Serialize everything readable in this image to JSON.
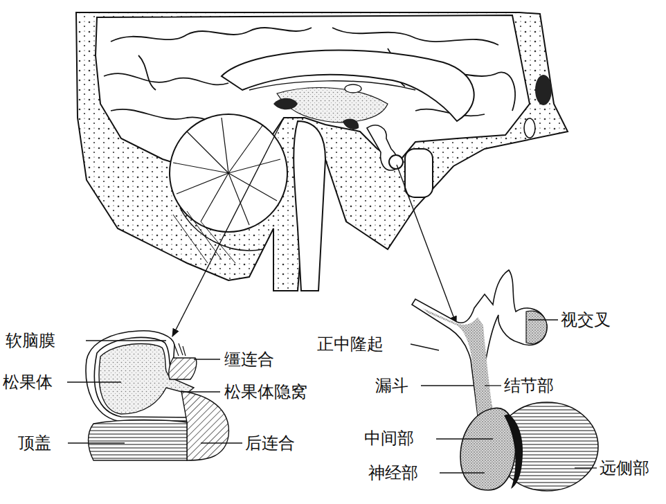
{
  "diagram": {
    "labels": [
      "软脑膜",
      "缰连合",
      "松果体",
      "松果体隐窝",
      "顶盖",
      "后连合",
      "视交叉",
      "正中隆起",
      "漏斗",
      "结节部",
      "中间部",
      "神经部",
      "远侧部"
    ]
  }
}
